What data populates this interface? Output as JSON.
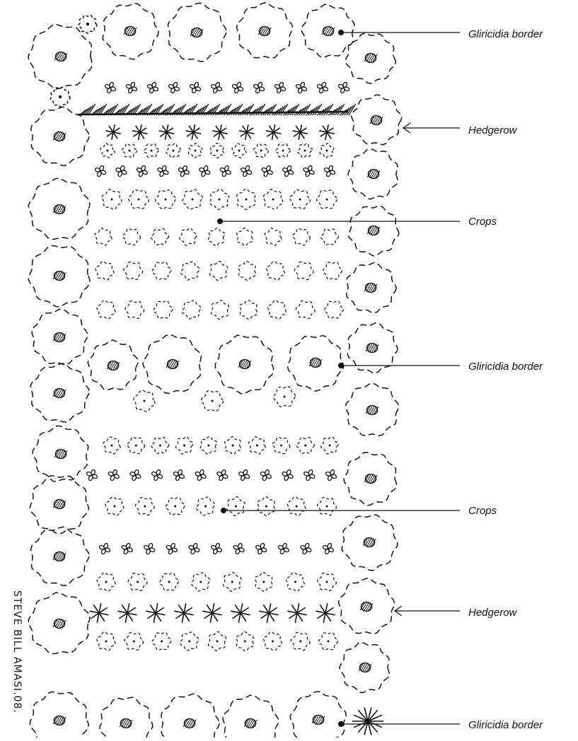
{
  "diagram": {
    "labels": {
      "gliricidia_top": "Gliricidia border",
      "hedgerow_top": "Hedgerow",
      "crops_top": "Crops",
      "gliricidia_middle": "Gliricidia border",
      "crops_bottom": "Crops",
      "hedgerow_bottom": "Hedgerow",
      "gliricidia_bottom": "Gliricidia border"
    },
    "signature": "STEVE BILL AMASI.08."
  },
  "colors": {
    "ink": "#111111",
    "background": "#ffffff"
  }
}
